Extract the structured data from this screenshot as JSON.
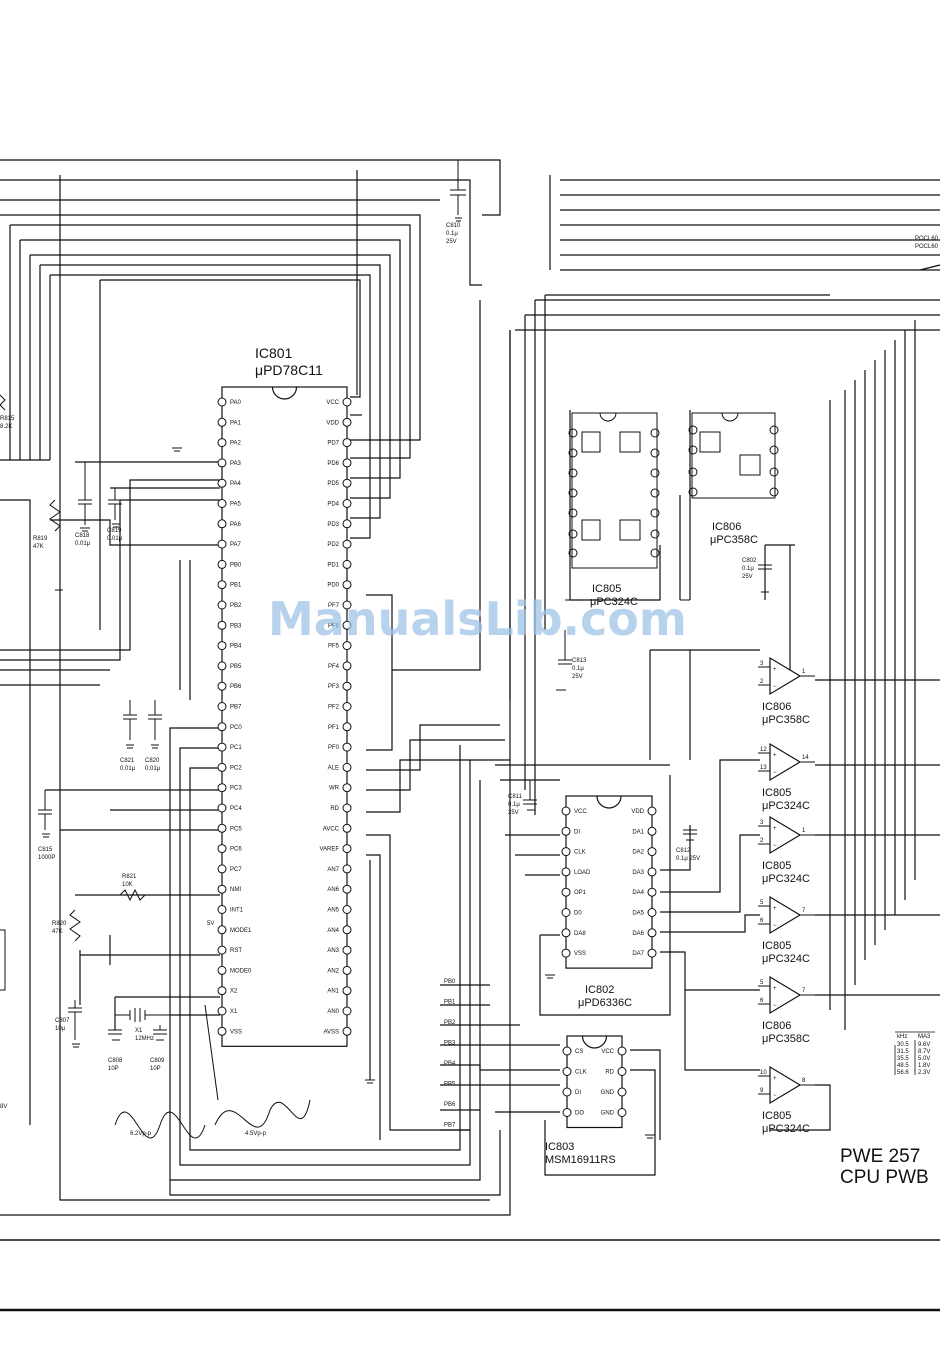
{
  "watermark": "ManualsLib.com",
  "title": {
    "line1": "PWE 257",
    "line2": "CPU PWB"
  },
  "ic801": {
    "ref": "IC801",
    "part": "μPD78C11",
    "left_pins": [
      "PA0",
      "PA1",
      "PA2",
      "PA3",
      "PA4",
      "PA5",
      "PA6",
      "PA7",
      "PB0",
      "PB1",
      "PB2",
      "PB3",
      "PB4",
      "PB5",
      "PB6",
      "PB7",
      "PC0",
      "PC1",
      "PC2",
      "PC3",
      "PC4",
      "PC5",
      "PC6",
      "PC7",
      "NMI",
      "INT1",
      "MODE1",
      "RST",
      "MODE0",
      "X2",
      "X1",
      "VSS"
    ],
    "right_pins": [
      "VCC",
      "VDD",
      "PD7",
      "PD6",
      "PD5",
      "PD4",
      "PD3",
      "PD2",
      "PD1",
      "PD0",
      "PF7",
      "PF6",
      "PF5",
      "PF4",
      "PF3",
      "PF2",
      "PF1",
      "PF0",
      "ALE",
      "WR",
      "RD",
      "AVCC",
      "VAREF",
      "AN7",
      "AN6",
      "AN5",
      "AN4",
      "AN3",
      "AN2",
      "AN1",
      "AN0",
      "AVSS"
    ]
  },
  "ic802": {
    "ref": "IC802",
    "part": "μPD6336C",
    "left_pins": [
      "VCC",
      "DI",
      "CLK",
      "LOAD",
      "OP1",
      "D0",
      "DA8",
      "VSS"
    ],
    "right_pins": [
      "VDD",
      "DA1",
      "DA2",
      "DA3",
      "DA4",
      "DA5",
      "DA6",
      "DA7"
    ]
  },
  "ic803": {
    "ref": "IC803",
    "part": "MSM16911RS",
    "left_pins": [
      "CS",
      "CLK",
      "DI",
      "DO"
    ],
    "right_pins": [
      "VCC",
      "RD",
      "GND",
      "GND"
    ]
  },
  "ic805_pkg": {
    "ref": "IC805",
    "part": "μPC324C"
  },
  "ic806_pkg": {
    "ref": "IC806",
    "part": "μPC358C"
  },
  "opamps": [
    {
      "ref": "IC806",
      "part": "μPC358C",
      "in_p": "3",
      "in_n": "2",
      "out": "1"
    },
    {
      "ref": "IC805",
      "part": "μPC324C",
      "in_p": "12",
      "in_n": "13",
      "out": "14"
    },
    {
      "ref": "IC805",
      "part": "μPC324C",
      "in_p": "3",
      "in_n": "2",
      "out": "1"
    },
    {
      "ref": "IC805",
      "part": "μPC324C",
      "in_p": "5",
      "in_n": "6",
      "out": "7"
    },
    {
      "ref": "IC806",
      "part": "μPC358C",
      "in_p": "5",
      "in_n": "6",
      "out": "7"
    },
    {
      "ref": "IC805",
      "part": "μPC324C",
      "in_p": "10",
      "in_n": "9",
      "out": "8"
    }
  ],
  "pb_labels": [
    "PB0",
    "PB1",
    "PB2",
    "PB3",
    "PB4",
    "PB5",
    "PB6",
    "PB7"
  ],
  "components": {
    "c810": [
      "C810",
      "0.1μ",
      "25V"
    ],
    "c818": [
      "C818",
      "0.01μ"
    ],
    "c819": [
      "C819",
      "0.01μ"
    ],
    "c821": [
      "C821",
      "0.01μ"
    ],
    "c820": [
      "C820",
      "0.01μ"
    ],
    "c815": [
      "C815",
      "1000P"
    ],
    "c807": [
      "C807",
      "10μ"
    ],
    "c808": [
      "C808",
      "10P"
    ],
    "c809": [
      "C809",
      "10P"
    ],
    "c811": [
      "C811",
      "0.1μ",
      "25V"
    ],
    "c812": [
      "C812",
      "0.1μ 25V"
    ],
    "c813": [
      "C813",
      "0.1μ",
      "25V"
    ],
    "c802": [
      "C802",
      "0.1μ",
      "25V"
    ],
    "r815": [
      "R815",
      "8.2K"
    ],
    "r819": [
      "R819",
      "47K"
    ],
    "r820": [
      "R820",
      "47K"
    ],
    "r821": [
      "R821",
      "10K"
    ],
    "x1": [
      "X1",
      "12MHz"
    ],
    "five_v": "5V",
    "wave1": "6.2Vp-p",
    "wave2": "4.5Vp-p",
    "edge_8v": "8V",
    "pocl": [
      "POCL60",
      "POCL60"
    ]
  },
  "freq_table": {
    "headers": [
      "kHz",
      "MA3"
    ],
    "rows": [
      [
        "30.5",
        "9.6V"
      ],
      [
        "31.5",
        "8.7V"
      ],
      [
        "35.5",
        "5.0V"
      ],
      [
        "48.5",
        "1.8V"
      ],
      [
        "56.6",
        "2.3V"
      ]
    ]
  }
}
